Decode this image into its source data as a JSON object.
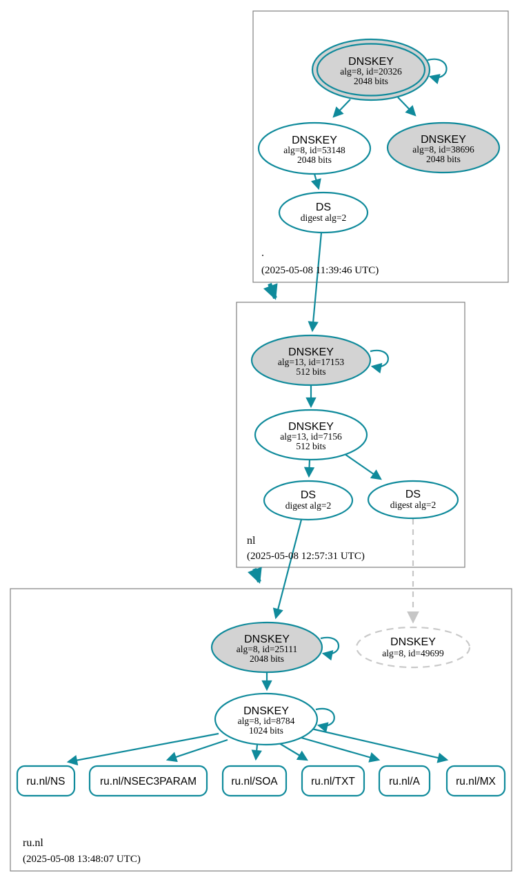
{
  "diagram_type": "dnssec-authentication-chain",
  "colors": {
    "edge_secure": "#0f8a9b",
    "node_fill_gray": "#d3d3d3",
    "node_fill_white": "#ffffff",
    "ghost_gray": "#c9c9c9",
    "cluster_border": "#7e7e7e"
  },
  "zones": {
    "root": {
      "label": ".",
      "timestamp": "(2025-05-08 11:39:46 UTC)",
      "ksk": {
        "title": "DNSKEY",
        "line1": "alg=8, id=20326",
        "line2": "2048 bits"
      },
      "zsk": {
        "title": "DNSKEY",
        "line1": "alg=8, id=53148",
        "line2": "2048 bits"
      },
      "key2": {
        "title": "DNSKEY",
        "line1": "alg=8, id=38696",
        "line2": "2048 bits"
      },
      "ds": {
        "title": "DS",
        "line1": "digest alg=2"
      }
    },
    "nl": {
      "label": "nl",
      "timestamp": "(2025-05-08 12:57:31 UTC)",
      "ksk": {
        "title": "DNSKEY",
        "line1": "alg=13, id=17153",
        "line2": "512 bits"
      },
      "zsk": {
        "title": "DNSKEY",
        "line1": "alg=13, id=7156",
        "line2": "512 bits"
      },
      "ds1": {
        "title": "DS",
        "line1": "digest alg=2"
      },
      "ds2": {
        "title": "DS",
        "line1": "digest alg=2"
      }
    },
    "runl": {
      "label": "ru.nl",
      "timestamp": "(2025-05-08 13:48:07 UTC)",
      "ksk": {
        "title": "DNSKEY",
        "line1": "alg=8, id=25111",
        "line2": "2048 bits"
      },
      "ghost": {
        "title": "DNSKEY",
        "line1": "alg=8, id=49699"
      },
      "zsk": {
        "title": "DNSKEY",
        "line1": "alg=8, id=8784",
        "line2": "1024 bits"
      },
      "rrsets": [
        {
          "label": "ru.nl/NS"
        },
        {
          "label": "ru.nl/NSEC3PARAM"
        },
        {
          "label": "ru.nl/SOA"
        },
        {
          "label": "ru.nl/TXT"
        },
        {
          "label": "ru.nl/A"
        },
        {
          "label": "ru.nl/MX"
        }
      ]
    }
  }
}
